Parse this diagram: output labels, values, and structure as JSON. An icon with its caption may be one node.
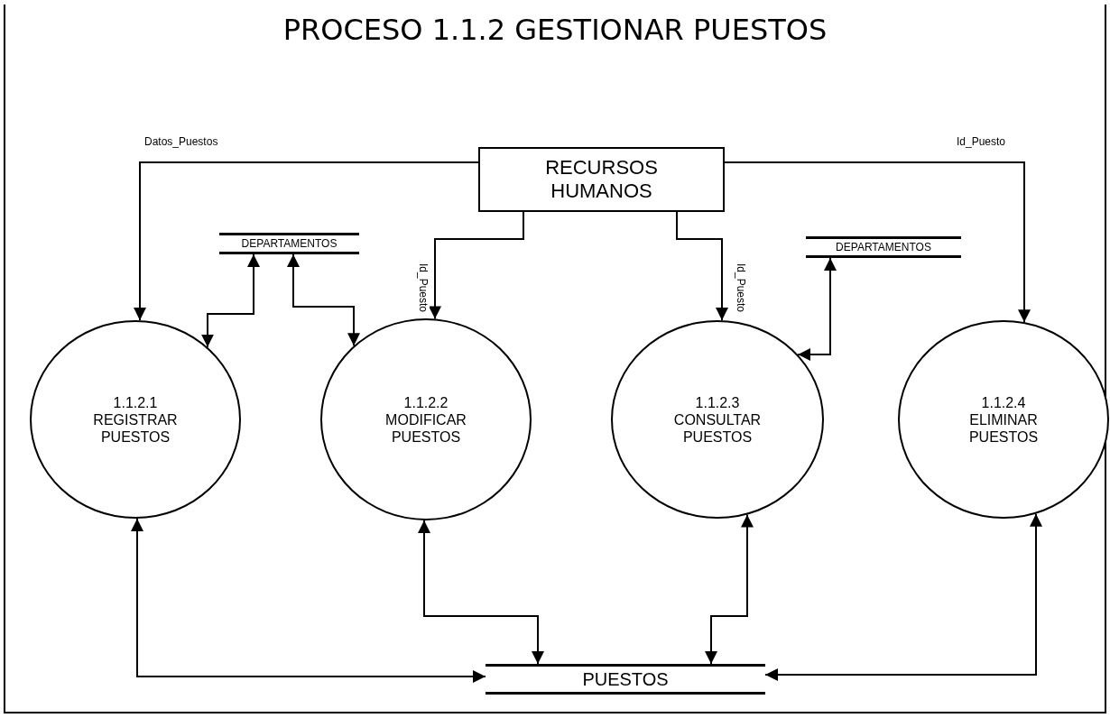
{
  "diagram": {
    "title": "PROCESO 1.1.2 GESTIONAR PUESTOS",
    "nodes": [
      {
        "text": [
          "RECURSOS HUMANOS"
        ]
      },
      {
        "text": [
          "DEPARTAMENTOS"
        ]
      },
      {
        "text": [
          "DEPARTAMENTOS"
        ]
      },
      {
        "text": [
          "1.1.2.1 REGISTRAR PUESTOS"
        ]
      },
      {
        "text": [
          "1.1.2.2 MODIFICAR PUESTOS"
        ]
      },
      {
        "text": [
          "1.1.2.3 CONSULTAR PUESTOS"
        ]
      },
      {
        "text": [
          "1.1.2.4 ELIMINAR PUESTOS"
        ]
      },
      {
        "text": [
          "PUESTOS"
        ]
      }
    ],
    "edges": [
      {
        "from": 0,
        "to": 3,
        "arrow": "to",
        "label": "Datos_Puestos"
      },
      {
        "from": 0,
        "to": 4,
        "arrow": "to",
        "label": "Id_Puesto"
      },
      {
        "from": 0,
        "to": 5,
        "arrow": "to",
        "label": "Id_Puesto"
      },
      {
        "from": 0,
        "to": 6,
        "arrow": "to",
        "label": "Id_Puesto"
      },
      {
        "from": 1,
        "to": 3,
        "arrow": "both"
      },
      {
        "from": 1,
        "to": 4,
        "arrow": "both"
      },
      {
        "from": 2,
        "to": 5,
        "arrow": "both"
      },
      {
        "from": 3,
        "to": 7,
        "arrow": "both"
      },
      {
        "from": 4,
        "to": 7,
        "arrow": "both"
      },
      {
        "from": 5,
        "to": 7,
        "arrow": "both"
      },
      {
        "from": 6,
        "to": 7,
        "arrow": "both"
      }
    ]
  }
}
